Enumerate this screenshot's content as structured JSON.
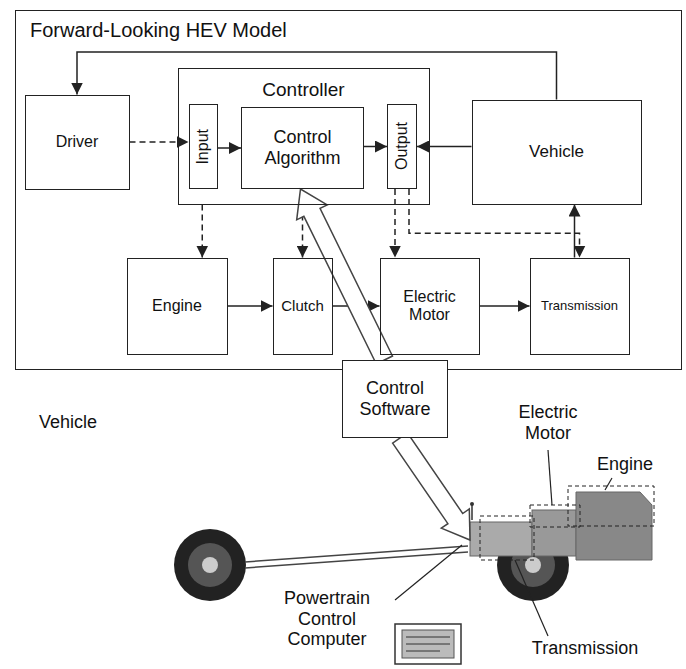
{
  "diagram": {
    "nodes": [
      {
        "text": [
          "Forward-Looking HEV Model"
        ]
      },
      {
        "text": [
          "Driver"
        ],
        "in": 0
      },
      {
        "text": [
          "Controller"
        ],
        "in": 0
      },
      {
        "text": [
          "Input"
        ],
        "in": 2
      },
      {
        "text": [
          "Control Algorithm"
        ],
        "in": 2
      },
      {
        "text": [
          "Output"
        ],
        "in": 2
      },
      {
        "text": [
          "Vehicle"
        ],
        "in": 0
      },
      {
        "text": [
          "Engine"
        ],
        "in": 0
      },
      {
        "text": [
          "Clutch"
        ],
        "in": 0
      },
      {
        "text": [
          "Electric Motor"
        ],
        "in": 0
      },
      {
        "text": [
          "Transmission"
        ],
        "in": 0
      },
      {
        "text": [
          "Control Software"
        ]
      }
    ],
    "edges": [
      {
        "from": 6,
        "to": 1,
        "arrow": "to"
      },
      {
        "from": 1,
        "to": 3,
        "arrow": "to"
      },
      {
        "from": 3,
        "to": 4,
        "arrow": "to"
      },
      {
        "from": 4,
        "to": 5,
        "arrow": "to"
      },
      {
        "from": 6,
        "to": 5,
        "arrow": "to"
      },
      {
        "from": 2,
        "to": 7,
        "arrow": "to"
      },
      {
        "from": 2,
        "to": 8,
        "arrow": "to"
      },
      {
        "from": 5,
        "to": 9,
        "arrow": "to"
      },
      {
        "from": 5,
        "to": 10,
        "arrow": "to"
      },
      {
        "from": 7,
        "to": 8,
        "arrow": "to"
      },
      {
        "from": 8,
        "to": 9,
        "arrow": "to"
      },
      {
        "from": 9,
        "to": 10,
        "arrow": "to"
      },
      {
        "from": 10,
        "to": 6,
        "arrow": "to"
      },
      {
        "from": 11,
        "to": 4,
        "arrow": "to"
      }
    ],
    "labels": [
      "Vehicle",
      "Electric Motor",
      "Engine",
      "Powertrain Control Computer",
      "Transmission"
    ]
  }
}
